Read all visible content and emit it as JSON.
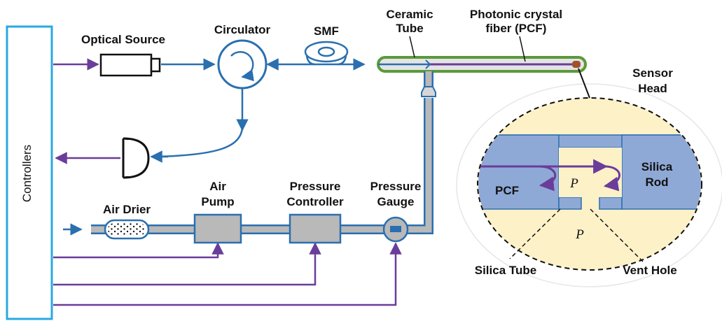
{
  "labels": {
    "controllers": "Controllers",
    "optical_source": "Optical Source",
    "circulator": "Circulator",
    "smf": "SMF",
    "ceramic_tube_1": "Ceramic",
    "ceramic_tube_2": "Tube",
    "pcf_title_1": "Photonic crystal",
    "pcf_title_2": "fiber (PCF)",
    "sensor_head_1": "Sensor",
    "sensor_head_2": "Head",
    "air_drier": "Air Drier",
    "air_pump_1": "Air",
    "air_pump_2": "Pump",
    "pressure_controller_1": "Pressure",
    "pressure_controller_2": "Controller",
    "pressure_gauge_1": "Pressure",
    "pressure_gauge_2": "Gauge",
    "pcf": "PCF",
    "silica_rod_1": "Silica",
    "silica_rod_2": "Rod",
    "pressure_symbol_inner": "P",
    "pressure_symbol_outer": "P",
    "silica_tube": "Silica Tube",
    "vent_hole": "Vent Hole"
  },
  "colors": {
    "controller_border": "#29a8e0",
    "optical_fiber": "#2a6fb0",
    "control_line": "#6a3d9a",
    "gas_tube": "#b9b9b9",
    "gas_tube_outline": "#2a6fb0",
    "ceramic_tube": "#5a9a3a",
    "sensor_fill": "#fdf1c8",
    "silica_fill": "#8fa9d6"
  }
}
